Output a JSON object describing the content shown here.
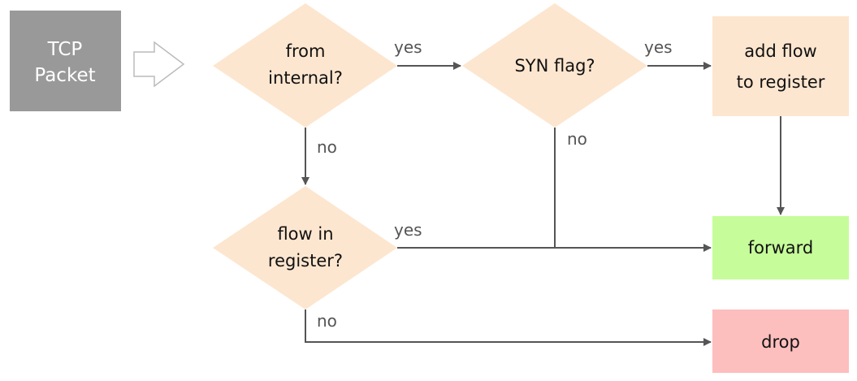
{
  "diagram": {
    "colors": {
      "source": "#999999",
      "decision": "#fde6cf",
      "action": "#fde6cf",
      "forward": "#c6fd9a",
      "drop": "#fdbebe",
      "edge": "#555555",
      "hollow_arrow": "#bbbbbb"
    },
    "nodes": {
      "packet": {
        "line1": "TCP",
        "line2": "Packet"
      },
      "from_internal": {
        "line1": "from",
        "line2": "internal?"
      },
      "syn_flag": {
        "line1": "SYN flag?"
      },
      "add_flow": {
        "line1": "add flow",
        "line2": "to register"
      },
      "flow_in_register": {
        "line1": "flow in",
        "line2": "register?"
      },
      "forward": {
        "line1": "forward"
      },
      "drop": {
        "line1": "drop"
      }
    },
    "edge_labels": {
      "internal_yes": "yes",
      "internal_no": "no",
      "syn_yes": "yes",
      "syn_no": "no",
      "register_yes": "yes",
      "register_no": "no"
    }
  }
}
